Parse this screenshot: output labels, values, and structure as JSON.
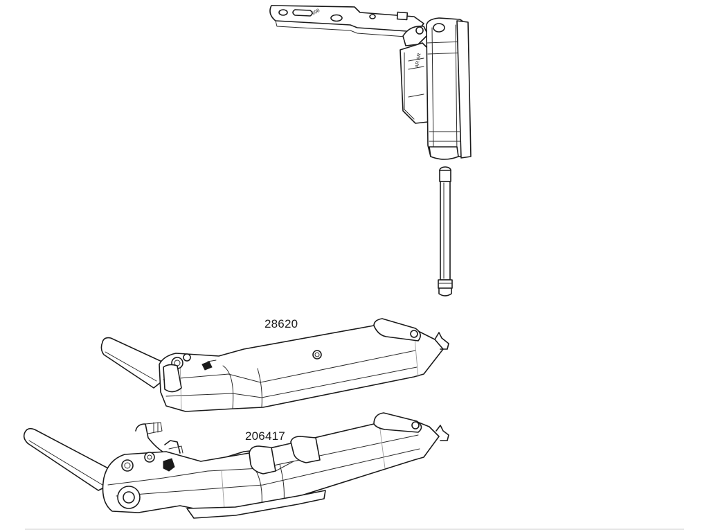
{
  "diagram": {
    "labels": {
      "upper_bracket": "28620",
      "lower_bracket": "206417"
    },
    "parts": [
      {
        "name": "hinge-assembly"
      },
      {
        "name": "hinge-pin"
      },
      {
        "name": "upper-bracket"
      },
      {
        "name": "lower-bracket"
      }
    ],
    "colors": {
      "line": "#1a1a1a",
      "background": "#ffffff"
    }
  }
}
